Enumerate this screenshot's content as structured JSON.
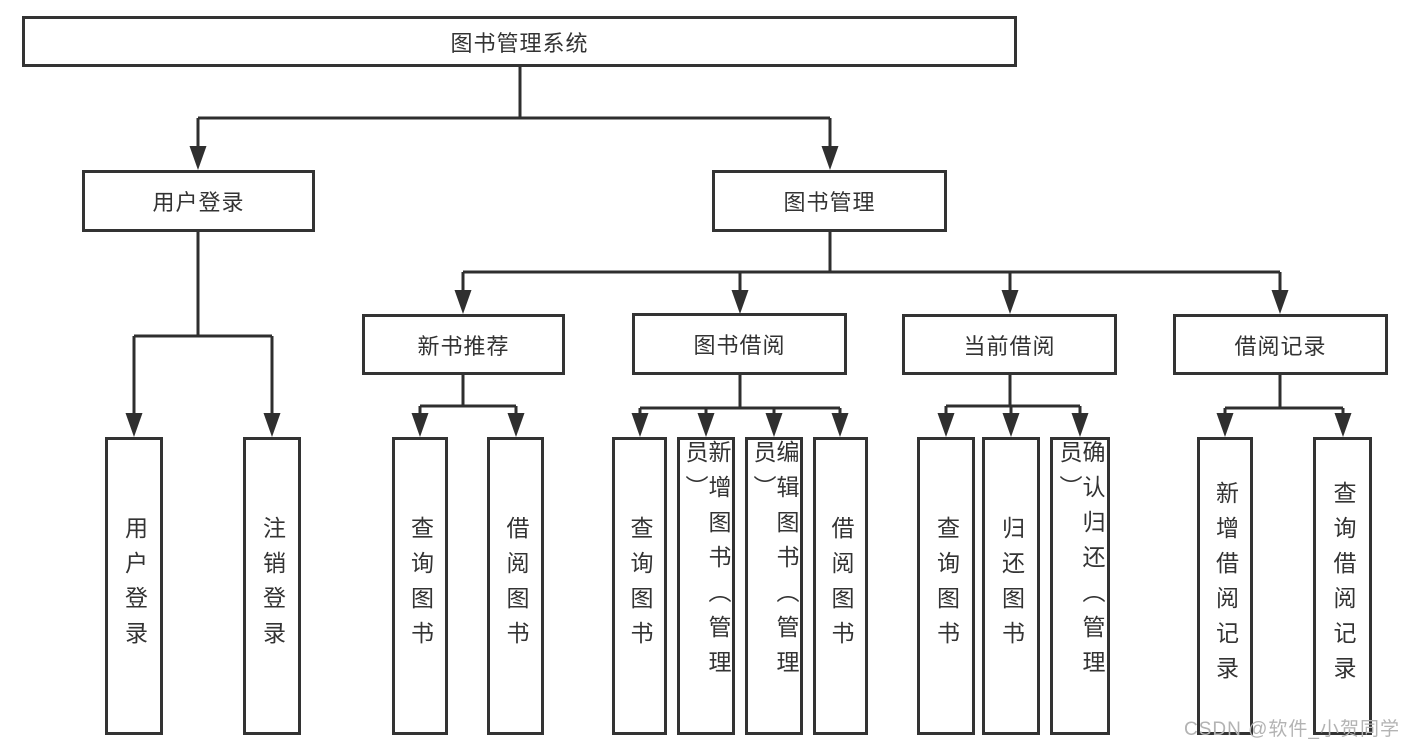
{
  "diagram_title": "图书管理系统",
  "colors": {
    "line": "#2f2f2f",
    "border": "#333333",
    "text": "#333333",
    "background": "#ffffff",
    "watermark": "#b3b3b3"
  },
  "tree": {
    "root": {
      "label": "图书管理系统"
    },
    "branches": [
      {
        "label": "用户登录",
        "children": [
          {
            "label": "用户登录"
          },
          {
            "label": "注销登录"
          }
        ]
      },
      {
        "label": "图书管理",
        "children": [
          {
            "label": "新书推荐",
            "children": [
              {
                "label": "查询图书"
              },
              {
                "label": "借阅图书"
              }
            ]
          },
          {
            "label": "图书借阅",
            "children": [
              {
                "label": "查询图书"
              },
              {
                "label": "新增图书（管理员）"
              },
              {
                "label": "编辑图书（管理员）"
              },
              {
                "label": "借阅图书"
              }
            ]
          },
          {
            "label": "当前借阅",
            "children": [
              {
                "label": "查询图书"
              },
              {
                "label": "归还图书"
              },
              {
                "label": "确认归还（管理员）"
              }
            ]
          },
          {
            "label": "借阅记录",
            "children": [
              {
                "label": "新增借阅记录"
              },
              {
                "label": "查询借阅记录"
              }
            ]
          }
        ]
      }
    ]
  },
  "watermark": "CSDN @软件_小贺同学"
}
